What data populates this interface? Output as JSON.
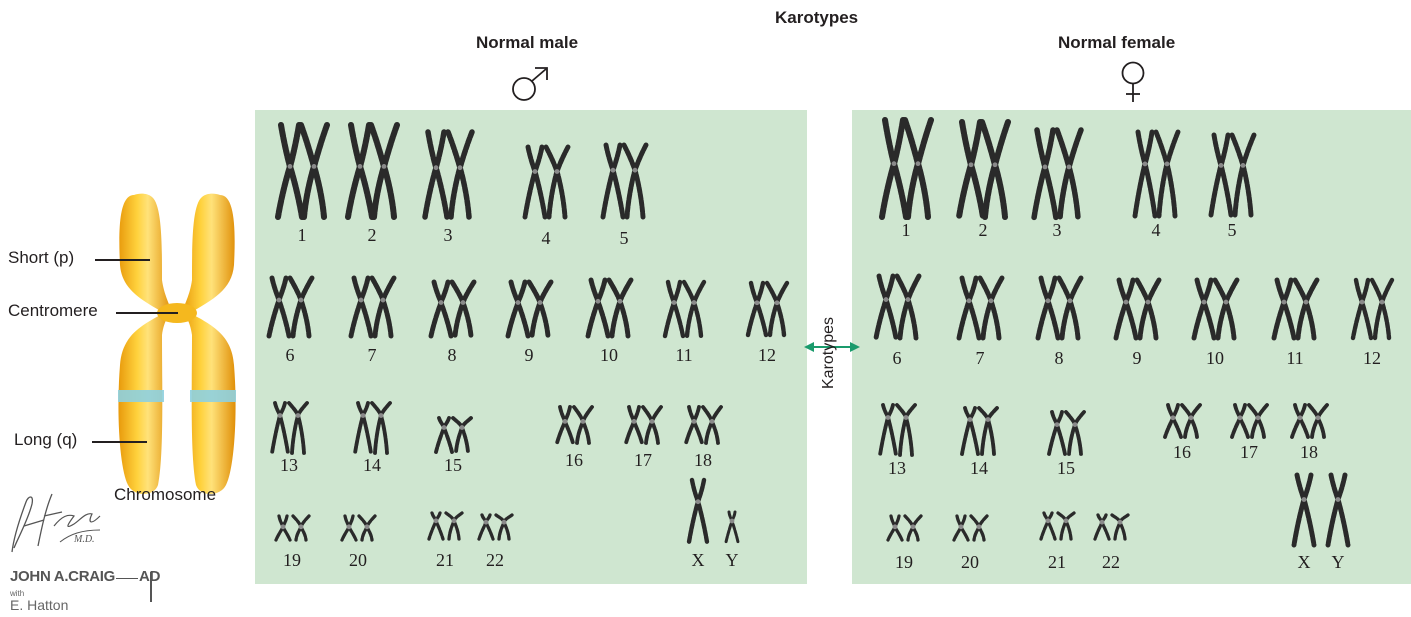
{
  "figure": {
    "title": "Karotypes",
    "rotated_label": "Karotypes"
  },
  "chromosome_diagram": {
    "caption": "Chromosome",
    "labels": {
      "short": "Short (p)",
      "centromere": "Centromere",
      "long": "Long (q)"
    },
    "colors": {
      "arm": "#f6b21a",
      "band": "#8ed0e0"
    }
  },
  "male": {
    "heading": "Normal male",
    "symbol": "male-symbol",
    "numbers": [
      "1",
      "2",
      "3",
      "4",
      "5",
      "6",
      "7",
      "8",
      "9",
      "10",
      "11",
      "12",
      "13",
      "14",
      "15",
      "16",
      "17",
      "18",
      "19",
      "20",
      "21",
      "22",
      "X",
      "Y"
    ]
  },
  "female": {
    "heading": "Normal female",
    "symbol": "female-symbol",
    "numbers": [
      "1",
      "2",
      "3",
      "4",
      "5",
      "6",
      "7",
      "8",
      "9",
      "10",
      "11",
      "12",
      "13",
      "14",
      "15",
      "16",
      "17",
      "18",
      "19",
      "20",
      "21",
      "22",
      "X",
      "Y"
    ]
  },
  "signature": {
    "artist": "F. Netter M.D.",
    "credit_name": "JOHN A.CRAIG",
    "credit_suffix": "AD",
    "with": "with",
    "collaborator": "E. Hatton"
  },
  "colors": {
    "panel": "#cfe6d0",
    "arrow": "#1a9b6c",
    "chromatin": "#2a2a2a"
  }
}
